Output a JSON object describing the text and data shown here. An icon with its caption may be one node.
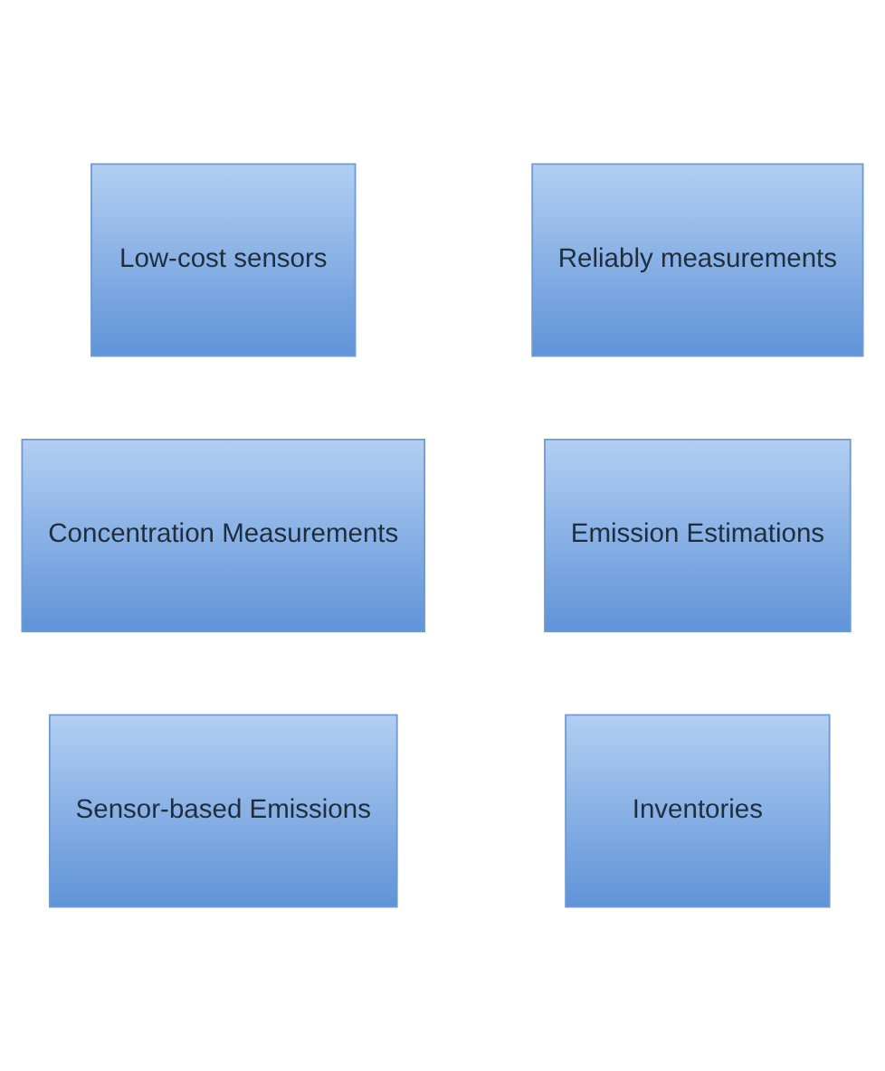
{
  "diagram": {
    "nodes": [
      {
        "text": [
          "Low-cost sensors"
        ]
      },
      {
        "text": [
          "Reliably measurements"
        ]
      },
      {
        "text": [
          "Concentration Measurements"
        ]
      },
      {
        "text": [
          "Emission Estimations"
        ]
      },
      {
        "text": [
          "Sensor-based Emissions"
        ]
      },
      {
        "text": [
          "Inventories"
        ]
      }
    ],
    "edges": []
  }
}
